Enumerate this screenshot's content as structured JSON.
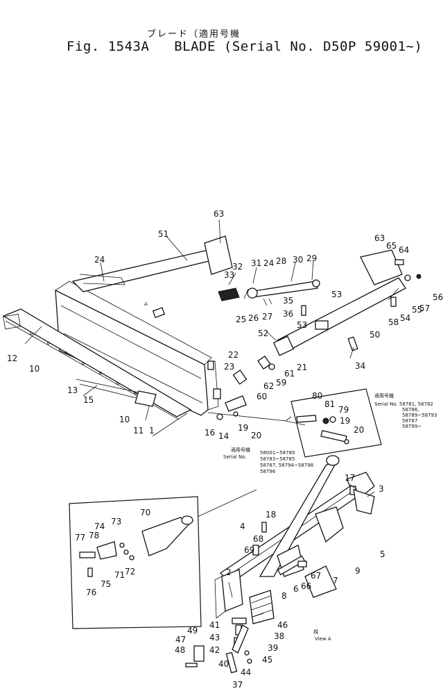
{
  "title": {
    "japanese": "ブレード（適用号機",
    "figure": "Fig. 1543A",
    "name": "BLADE",
    "serial": "(Serial No. D50P 59001~)"
  },
  "serial_notes": {
    "upper_right": {
      "header": "適用号機",
      "lines": [
        "Serial No. 58781, 58782",
        "58786,",
        "58789~58793",
        "58787",
        "58799~"
      ]
    },
    "middle": {
      "header": "適用号機",
      "lines": [
        "Serial No.",
        "58001~58780",
        "58783~58785",
        "58787, 58794~58798",
        "58796"
      ]
    }
  },
  "detail_labels": {
    "view_a_ref": "A",
    "view_a": "View A",
    "view_a_jp": "視"
  },
  "callouts": {
    "c63a": "63",
    "c51": "51",
    "c24a": "24",
    "c32": "32",
    "c31": "31",
    "c24b": "24",
    "c28": "28",
    "c30": "30",
    "c29": "29",
    "c33": "33",
    "c25": "25",
    "c26": "26",
    "c27": "27",
    "c35": "35",
    "c36": "36",
    "c53a": "53",
    "c53b": "53",
    "c52": "52",
    "c34": "34",
    "c50": "50",
    "c63b": "63",
    "c65": "65",
    "c64": "64",
    "c55": "55",
    "c54": "54",
    "c57": "57",
    "c56": "56",
    "c58": "58",
    "c21": "21",
    "c61": "61",
    "c59": "59",
    "c62": "62",
    "c60": "60",
    "c22": "22",
    "c23": "23",
    "c12": "12",
    "c10a": "10",
    "c13": "13",
    "c15": "15",
    "c10b": "10",
    "c11": "11",
    "c1": "1",
    "c16": "16",
    "c14": "14",
    "c19a": "19",
    "c20a": "20",
    "c80": "80",
    "c81": "81",
    "c79": "79",
    "c19b": "19",
    "c20b": "20",
    "c17": "17",
    "c3": "3",
    "c5": "5",
    "c70": "70",
    "c74": "74",
    "c73": "73",
    "c78": "78",
    "c77": "77",
    "c71": "71",
    "c72": "72",
    "c75": "75",
    "c76": "76",
    "c2": "2",
    "c4": "4",
    "c18": "18",
    "c68": "68",
    "c69": "69",
    "c67": "67",
    "c66": "66",
    "c6": "6",
    "c8": "8",
    "c7": "7",
    "c9": "9",
    "c46": "46",
    "c41": "41",
    "c38": "38",
    "c43": "43",
    "c39": "39",
    "c42": "42",
    "c45": "45",
    "c49": "49",
    "c47": "47",
    "c48": "48",
    "c40": "40",
    "c44": "44",
    "c37": "37"
  }
}
